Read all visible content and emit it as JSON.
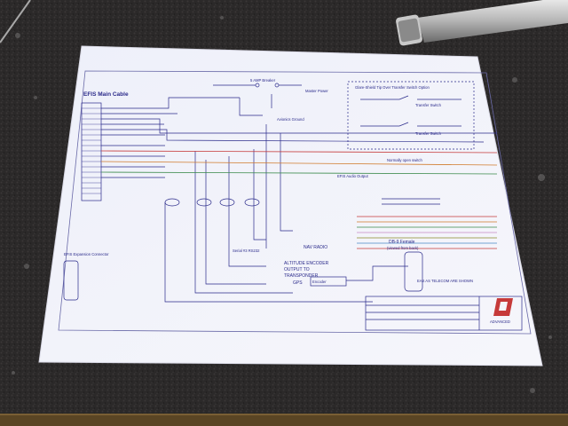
{
  "schematic": {
    "title": "EFIS Main Cable",
    "sections": {
      "switch_box": "Glare-Shield Tip Over Transfer Switch Option",
      "expansion": "EFIS Expansion Connector",
      "db9": "DB-9 Female",
      "db9_sub": "(viewed from back)",
      "audio": "EFIS Audio Output",
      "nav_radio": "NAV RADIO",
      "altitude": "ALTITUDE ENCODER",
      "altitude_2": "OUTPUT TO",
      "altitude_3": "TRANSPONDER",
      "gps": "GPS",
      "serial_port": "Serial #3 RS232",
      "power": "Master Power",
      "avionics_ground": "Avionics Ground",
      "fuse": "5 AMP Breaker",
      "normal_switch": "Normally open switch",
      "transfer_switch": "Transfer Switch",
      "transfer_switch_2": "Transfer Switch",
      "encoder": "Encoder"
    },
    "title_block": {
      "brand": "ADVANCED",
      "note": "EAS AS TELECOM ARE SHOWN"
    },
    "colors": {
      "ink": "#2a2a8a",
      "red": "#c63a3a",
      "orange": "#d07a2a",
      "green": "#3a8a4a",
      "paper": "#f4f5fb"
    }
  }
}
